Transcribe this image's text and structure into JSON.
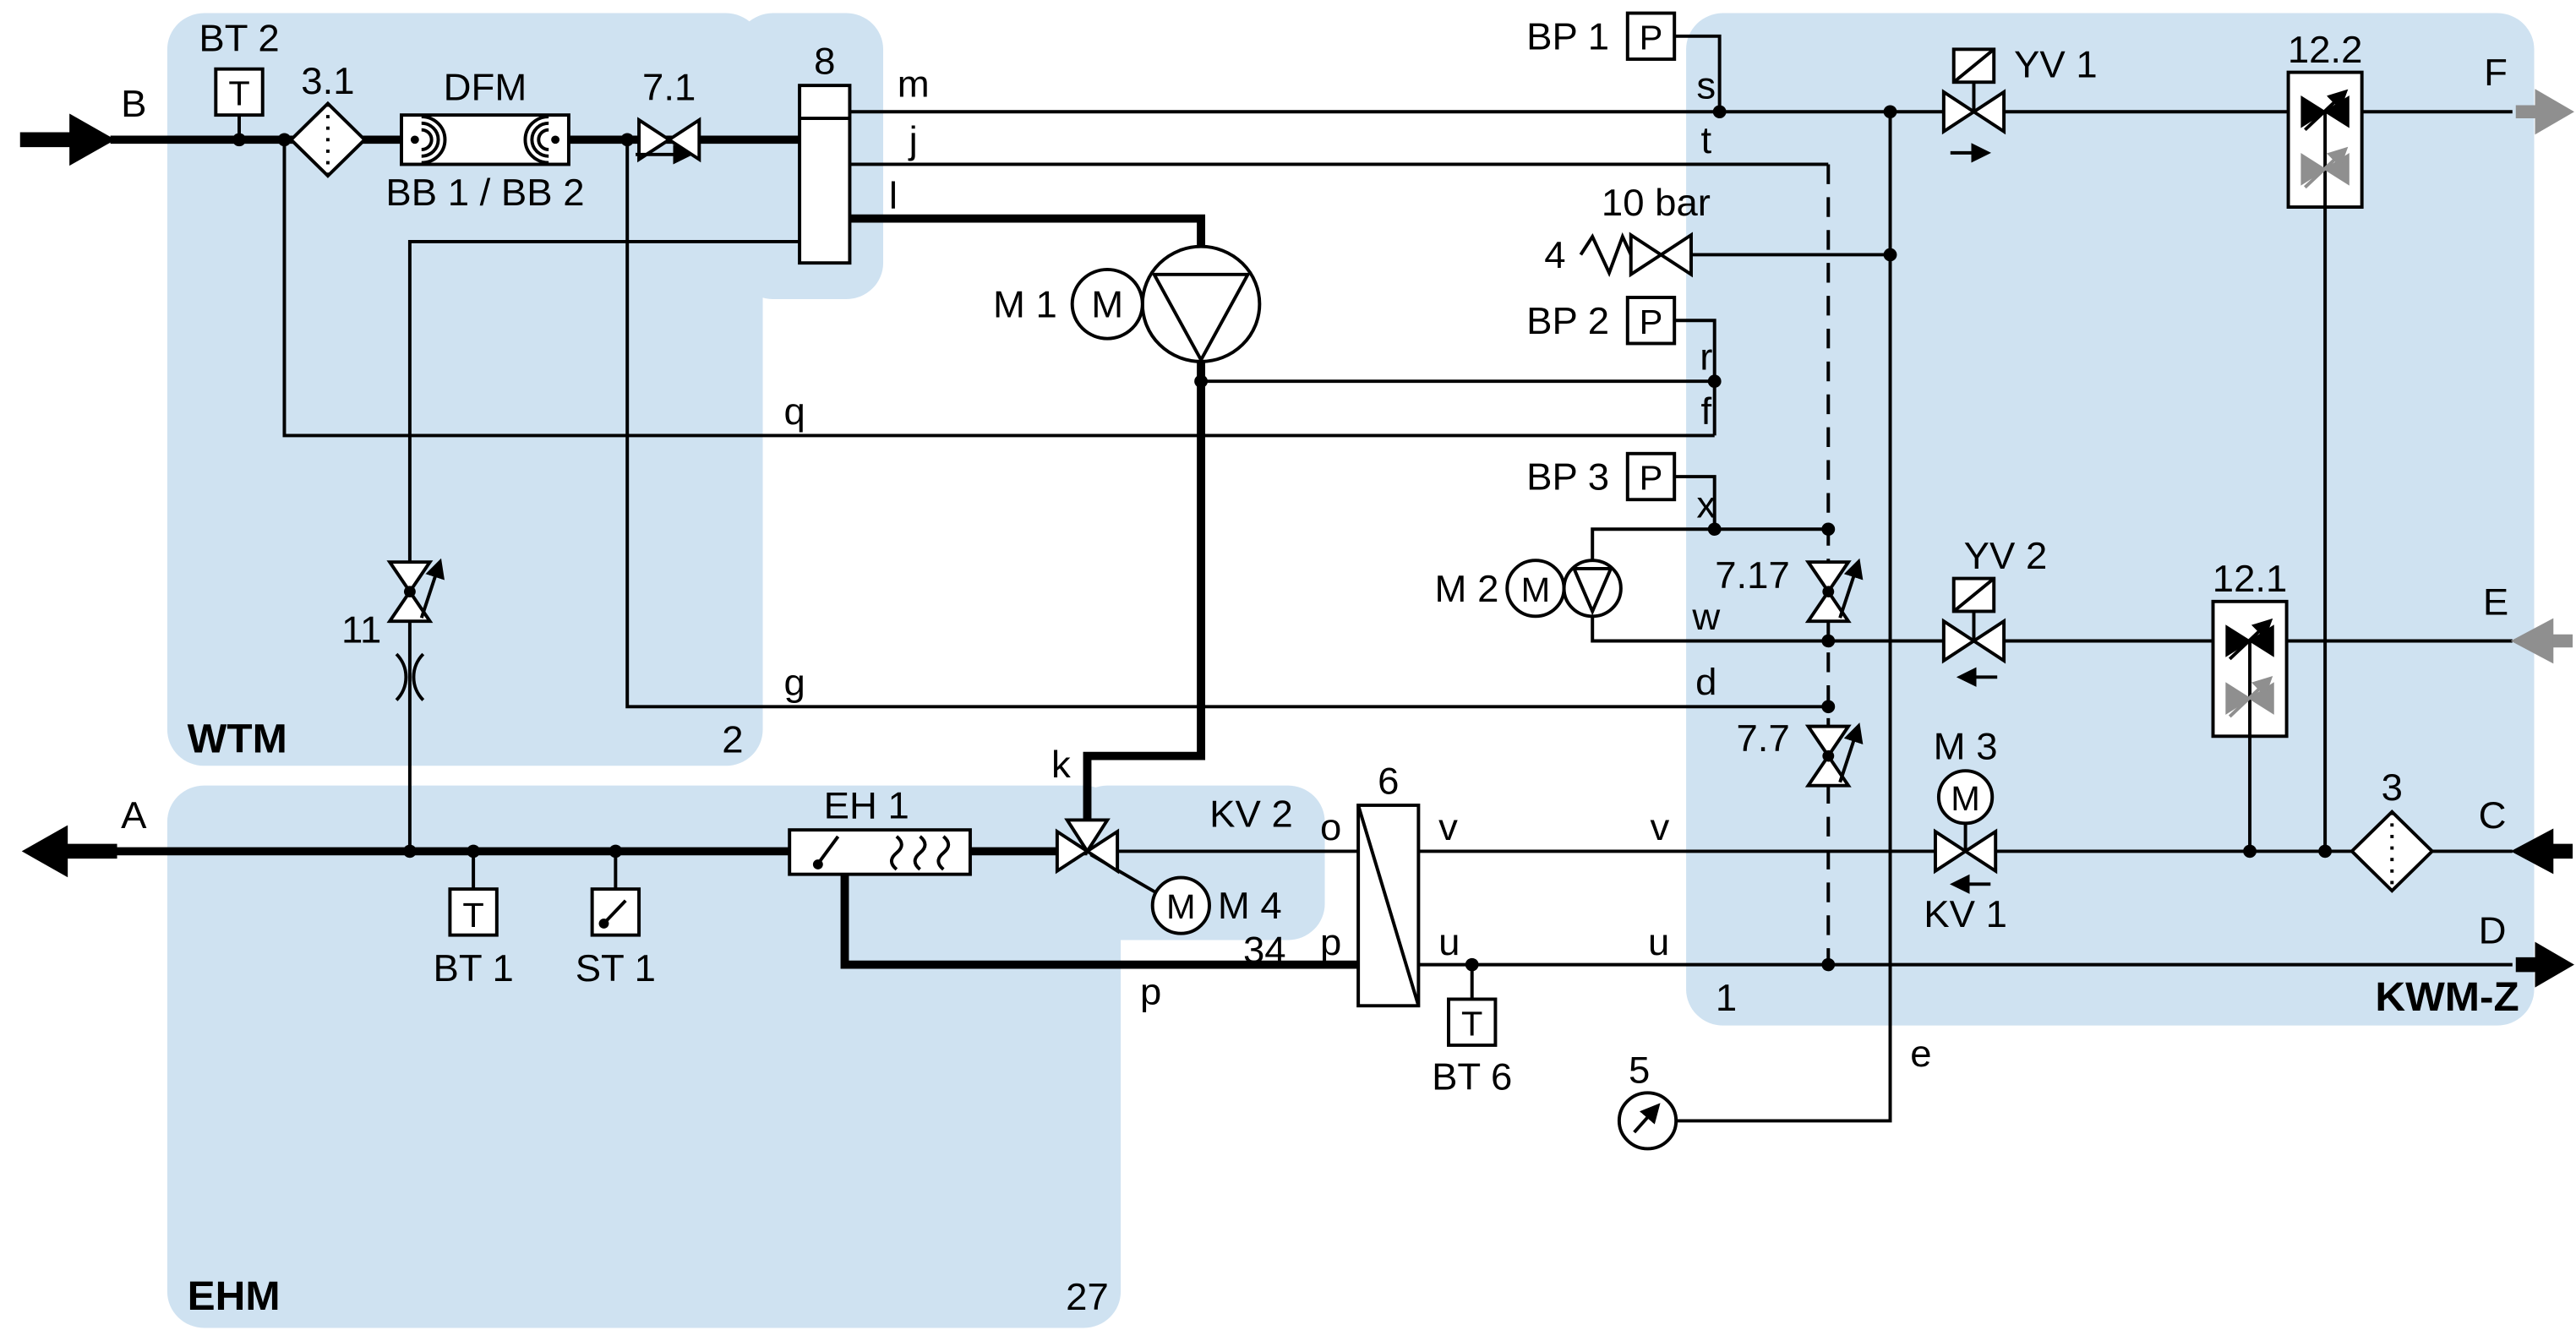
{
  "colors": {
    "region_fill": "#cfe2f1",
    "line": "#000000",
    "gray_accent": "#8f8f8f"
  },
  "modules": {
    "wtm": {
      "name": "WTM",
      "number": "2"
    },
    "ehm": {
      "name": "EHM",
      "number": "27"
    },
    "kwm_z": {
      "name": "KWM-Z",
      "number": "1"
    }
  },
  "ports": {
    "a": "A",
    "b": "B",
    "c": "C",
    "d": "D",
    "e": "E",
    "f": "F"
  },
  "line_labels": {
    "m": "m",
    "j": "j",
    "l": "l",
    "q": "q",
    "g": "g",
    "k": "k",
    "s": "s",
    "t": "t",
    "r": "r",
    "f": "f",
    "x": "x",
    "w": "w",
    "d": "d",
    "e": "e",
    "o": "o",
    "p": "p",
    "v": "v",
    "u": "u"
  },
  "components": {
    "bt1": {
      "label": "BT 1",
      "symbol": "T"
    },
    "bt2": {
      "label": "BT 2",
      "symbol": "T"
    },
    "bt6": {
      "label": "BT 6",
      "symbol": "T"
    },
    "st1": {
      "label": "ST 1"
    },
    "bp1": {
      "label": "BP 1",
      "symbol": "P"
    },
    "bp2": {
      "label": "BP 2",
      "symbol": "P"
    },
    "bp3": {
      "label": "BP 3",
      "symbol": "P"
    },
    "strainer_3_1": {
      "label": "3.1"
    },
    "strainer_3": {
      "label": "3"
    },
    "dfm": {
      "label": "DFM",
      "sublabel": "BB 1 / BB 2"
    },
    "check_valve_7_1": {
      "label": "7.1"
    },
    "tank_8": {
      "label": "8"
    },
    "pump_m1": {
      "label": "M 1",
      "symbol": "M"
    },
    "pump_m2": {
      "label": "M 2",
      "symbol": "M"
    },
    "valve_11": {
      "label": "11"
    },
    "overflow_7_17": {
      "label": "7.17"
    },
    "overflow_7_7": {
      "label": "7.7"
    },
    "relief_4": {
      "label": "4",
      "setting": "10 bar"
    },
    "yv1": {
      "label": "YV 1"
    },
    "yv2": {
      "label": "YV 2"
    },
    "kv1": {
      "label": "KV 1",
      "motor_label": "M 3",
      "symbol": "M"
    },
    "kv2": {
      "label": "KV 2",
      "motor_label": "M 4",
      "symbol": "M",
      "number": "34"
    },
    "disconnector_12_1": {
      "label": "12.1"
    },
    "disconnector_12_2": {
      "label": "12.2"
    },
    "heater_eh1": {
      "label": "EH 1"
    },
    "hx_6": {
      "label": "6"
    },
    "gauge_5": {
      "label": "5"
    }
  }
}
